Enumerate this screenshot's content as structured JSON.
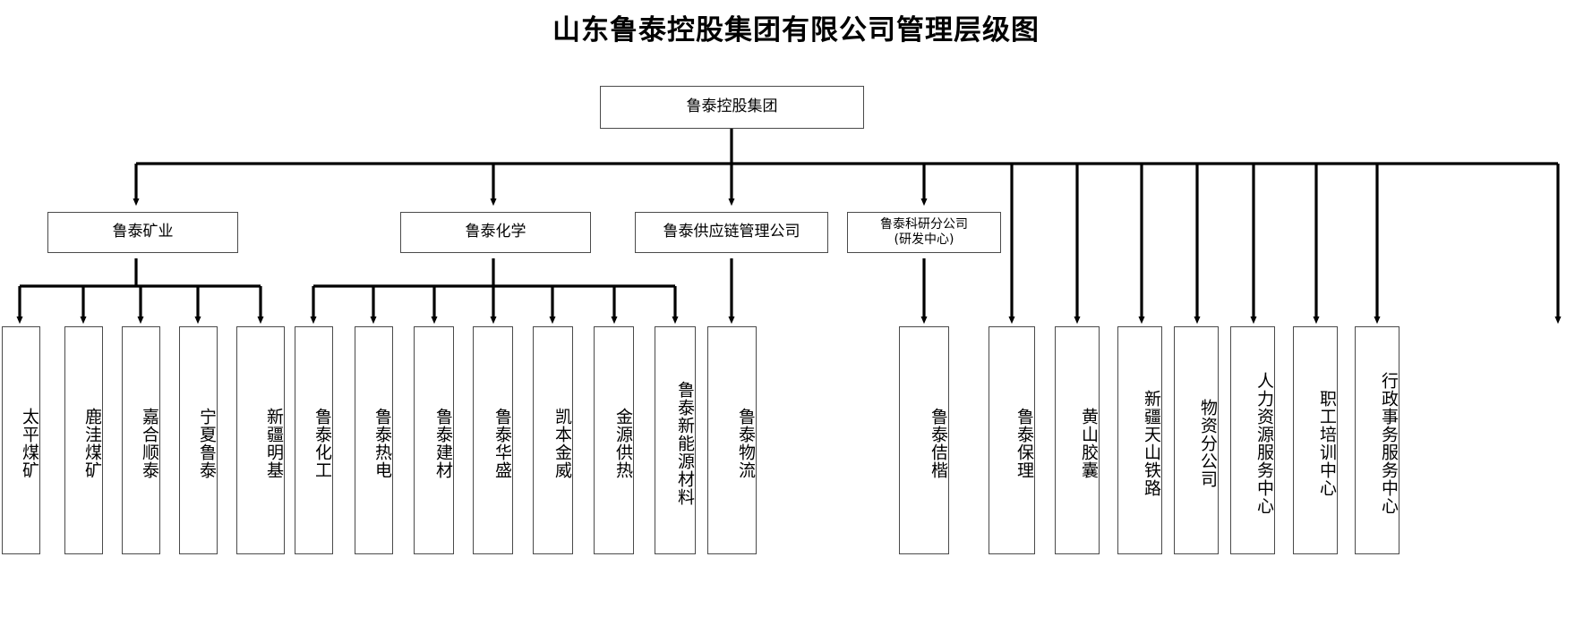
{
  "chart_title": "山东鲁泰控股集团有限公司管理层级图",
  "theme": {
    "background": "#ffffff",
    "box_border": "#4a4a4a",
    "connector": "#000000",
    "text": "#000000"
  },
  "root": {
    "label": "鲁泰控股集团"
  },
  "divisions": [
    {
      "id": "mining",
      "label": "鲁泰矿业"
    },
    {
      "id": "chemical",
      "label": "鲁泰化学"
    },
    {
      "id": "supply-chain",
      "label": "鲁泰供应链管理公司"
    },
    {
      "id": "research",
      "label": "鲁泰科研分公司",
      "sublabel": "(研发中心)"
    }
  ],
  "leaves": [
    {
      "id": "taiping-coal",
      "label": "太平煤矿",
      "parent": "mining"
    },
    {
      "id": "luwa-coal",
      "label": "鹿洼煤矿",
      "parent": "mining"
    },
    {
      "id": "jiaheshuntai",
      "label": "嘉合顺泰",
      "parent": "mining"
    },
    {
      "id": "ningxia-lutai",
      "label": "宁夏鲁泰",
      "parent": "mining"
    },
    {
      "id": "xinjiang-mingji",
      "label": "新疆明基",
      "parent": "mining"
    },
    {
      "id": "lutai-chemical-industry",
      "label": "鲁泰化工",
      "parent": "chemical"
    },
    {
      "id": "lutai-thermal-power",
      "label": "鲁泰热电",
      "parent": "chemical"
    },
    {
      "id": "lutai-building-materials",
      "label": "鲁泰建材",
      "parent": "chemical"
    },
    {
      "id": "lutai-huasheng",
      "label": "鲁泰华盛",
      "parent": "chemical"
    },
    {
      "id": "kaiben-jinwei",
      "label": "凯本金威",
      "parent": "chemical"
    },
    {
      "id": "jinyuan-heating",
      "label": "金源供热",
      "parent": "chemical"
    },
    {
      "id": "lutai-new-energy-materials",
      "label": "鲁泰新能源材料",
      "parent": "chemical"
    },
    {
      "id": "lutai-logistics",
      "label": "鲁泰物流",
      "parent": "supply-chain"
    },
    {
      "id": "lutai-jiekai",
      "label": "鲁泰佶楷",
      "parent": "root"
    },
    {
      "id": "lutai-baoli",
      "label": "鲁泰保理",
      "parent": "root"
    },
    {
      "id": "huangshan-capsule",
      "label": "黄山胶囊",
      "parent": "root"
    },
    {
      "id": "xinjiang-tianshan-railway",
      "label": "新疆天山铁路",
      "parent": "root"
    },
    {
      "id": "materials-branch",
      "label": "物资分公司",
      "parent": "root"
    },
    {
      "id": "hr-service-center",
      "label": "人力资源服务中心",
      "parent": "root"
    },
    {
      "id": "staff-training-center",
      "label": "职工培训中心",
      "parent": "root"
    },
    {
      "id": "admin-affairs-service-center",
      "label": "行政事务服务中心",
      "parent": "root"
    }
  ]
}
